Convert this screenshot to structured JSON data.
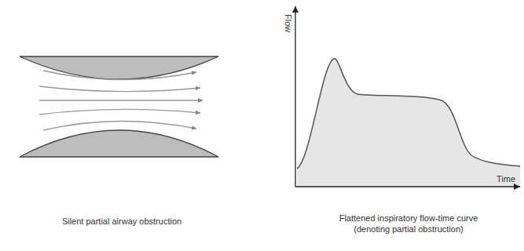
{
  "diagram": {
    "labels": [
      "Flow",
      "Time",
      "Silent partial airway obstruction",
      "Flattened inspiratory flow-time curve (denoting partial obstruction)"
    ]
  }
}
